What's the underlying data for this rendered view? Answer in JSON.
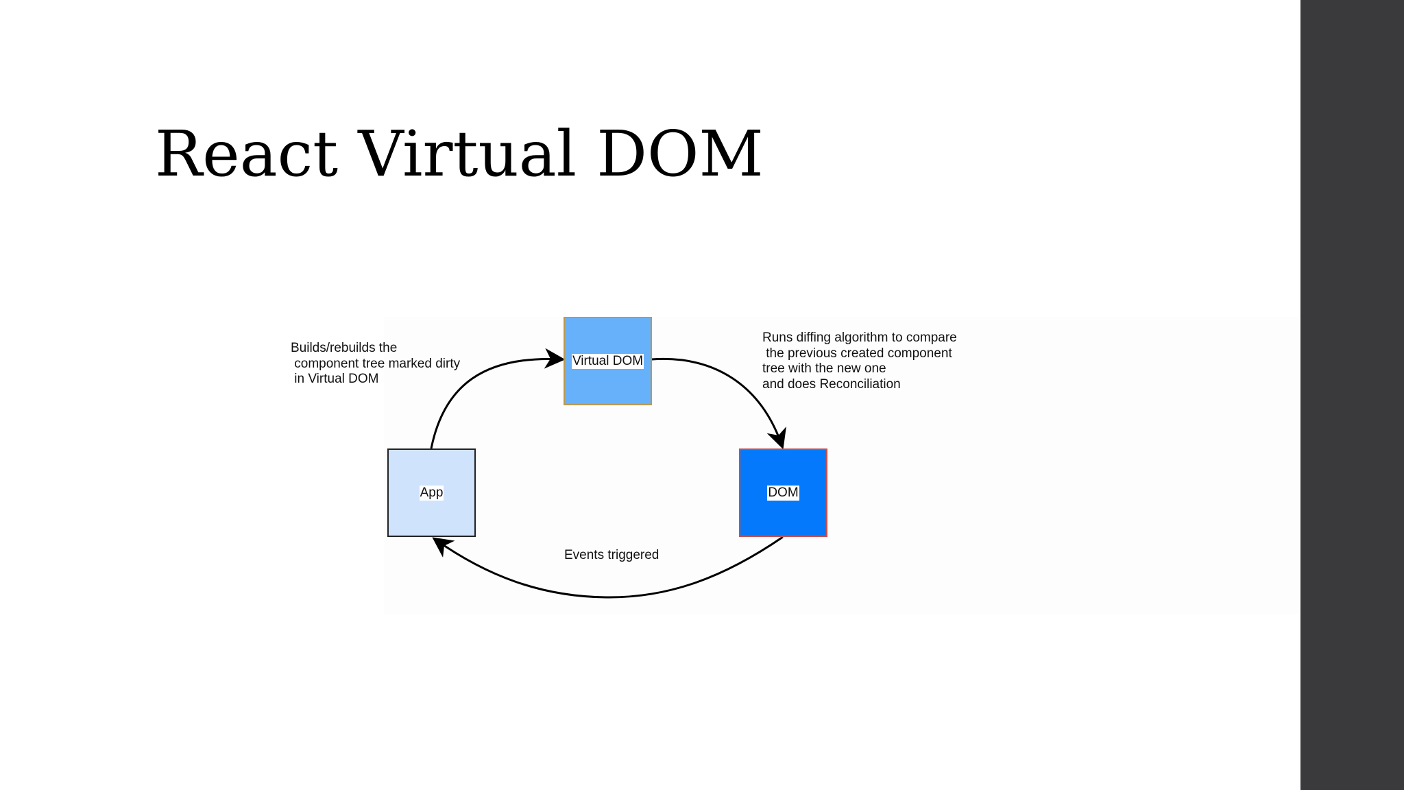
{
  "slide": {
    "title": "React Virtual DOM"
  },
  "colors": {
    "side_panel": "#3a3a3c",
    "virtual_dom_fill": "#67b1fb",
    "app_fill": "#cfe3fd",
    "dom_fill": "#0479fb",
    "arrow": "#000000"
  },
  "diagram": {
    "nodes": {
      "virtual_dom": "Virtual DOM",
      "app": "App",
      "dom": "DOM"
    },
    "annotations": {
      "build": [
        "Builds/rebuilds the",
        " component tree marked dirty",
        " in Virtual DOM"
      ],
      "diff": [
        "Runs diffing algorithm to compare",
        " the previous created component",
        "tree with the new one",
        "and does Reconciliation"
      ],
      "events": "Events triggered"
    },
    "edges": [
      {
        "from": "App",
        "to": "Virtual DOM"
      },
      {
        "from": "Virtual DOM",
        "to": "DOM"
      },
      {
        "from": "DOM",
        "to": "App"
      }
    ]
  }
}
